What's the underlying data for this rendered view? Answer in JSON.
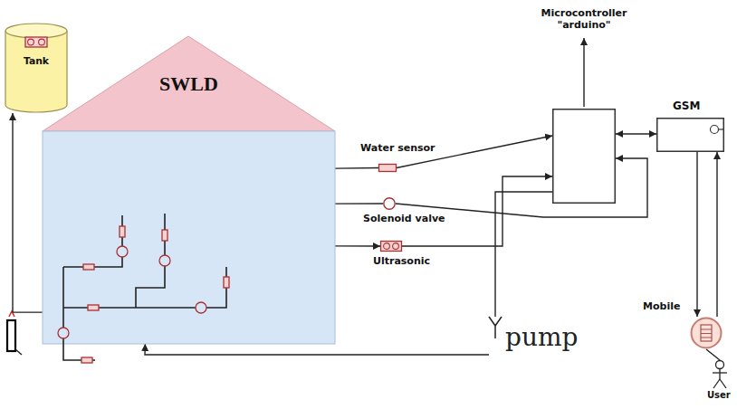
{
  "diagram": {
    "nodes": [
      {
        "text": [
          "SWLD"
        ]
      },
      {
        "text": [
          "Tank"
        ]
      },
      {
        "text": [
          "Water sensor"
        ]
      },
      {
        "text": [
          "Solenoid valve"
        ]
      },
      {
        "text": [
          "Ultrasonic"
        ]
      },
      {
        "text": [
          "Microcontroller \"arduino\""
        ]
      },
      {
        "text": [
          "GSM"
        ]
      },
      {
        "text": [
          "Mobile"
        ]
      },
      {
        "text": [
          "User"
        ]
      },
      {
        "text": [
          "pump"
        ]
      }
    ],
    "edges": [
      {
        "from": 0,
        "to": 2,
        "arrow": "none"
      },
      {
        "from": 0,
        "to": 3,
        "arrow": "none"
      },
      {
        "from": 0,
        "to": 4,
        "arrow": "to"
      },
      {
        "from": 2,
        "to": 5,
        "arrow": "to"
      },
      {
        "from": 3,
        "to": 5,
        "arrow": "to"
      },
      {
        "from": 4,
        "to": 5,
        "arrow": "to"
      },
      {
        "from": 5,
        "to": 6,
        "arrow": "both"
      },
      {
        "from": 6,
        "to": 7,
        "arrow": "to"
      },
      {
        "from": 7,
        "to": 6,
        "arrow": "to"
      },
      {
        "from": 7,
        "to": 8,
        "arrow": "none"
      },
      {
        "from": 5,
        "to": 9,
        "arrow": "none"
      },
      {
        "from": 9,
        "to": 0,
        "arrow": "to"
      },
      {
        "from": 0,
        "to": 1,
        "arrow": "to"
      }
    ]
  }
}
